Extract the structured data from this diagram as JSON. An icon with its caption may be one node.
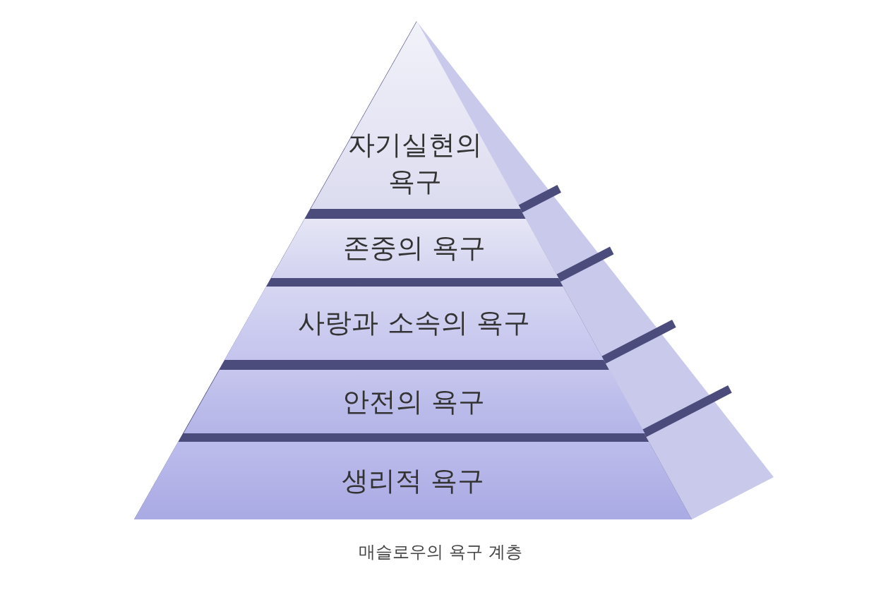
{
  "diagram": {
    "caption": "매슬로우의 욕구 계층",
    "nodes": [
      {
        "text": [
          "자기실현의 욕구"
        ]
      },
      {
        "text": [
          "존중의 욕구"
        ]
      },
      {
        "text": [
          "사랑과 소속의 욕구"
        ]
      },
      {
        "text": [
          "안전의 욕구"
        ]
      },
      {
        "text": [
          "생리적 욕구"
        ]
      }
    ]
  }
}
